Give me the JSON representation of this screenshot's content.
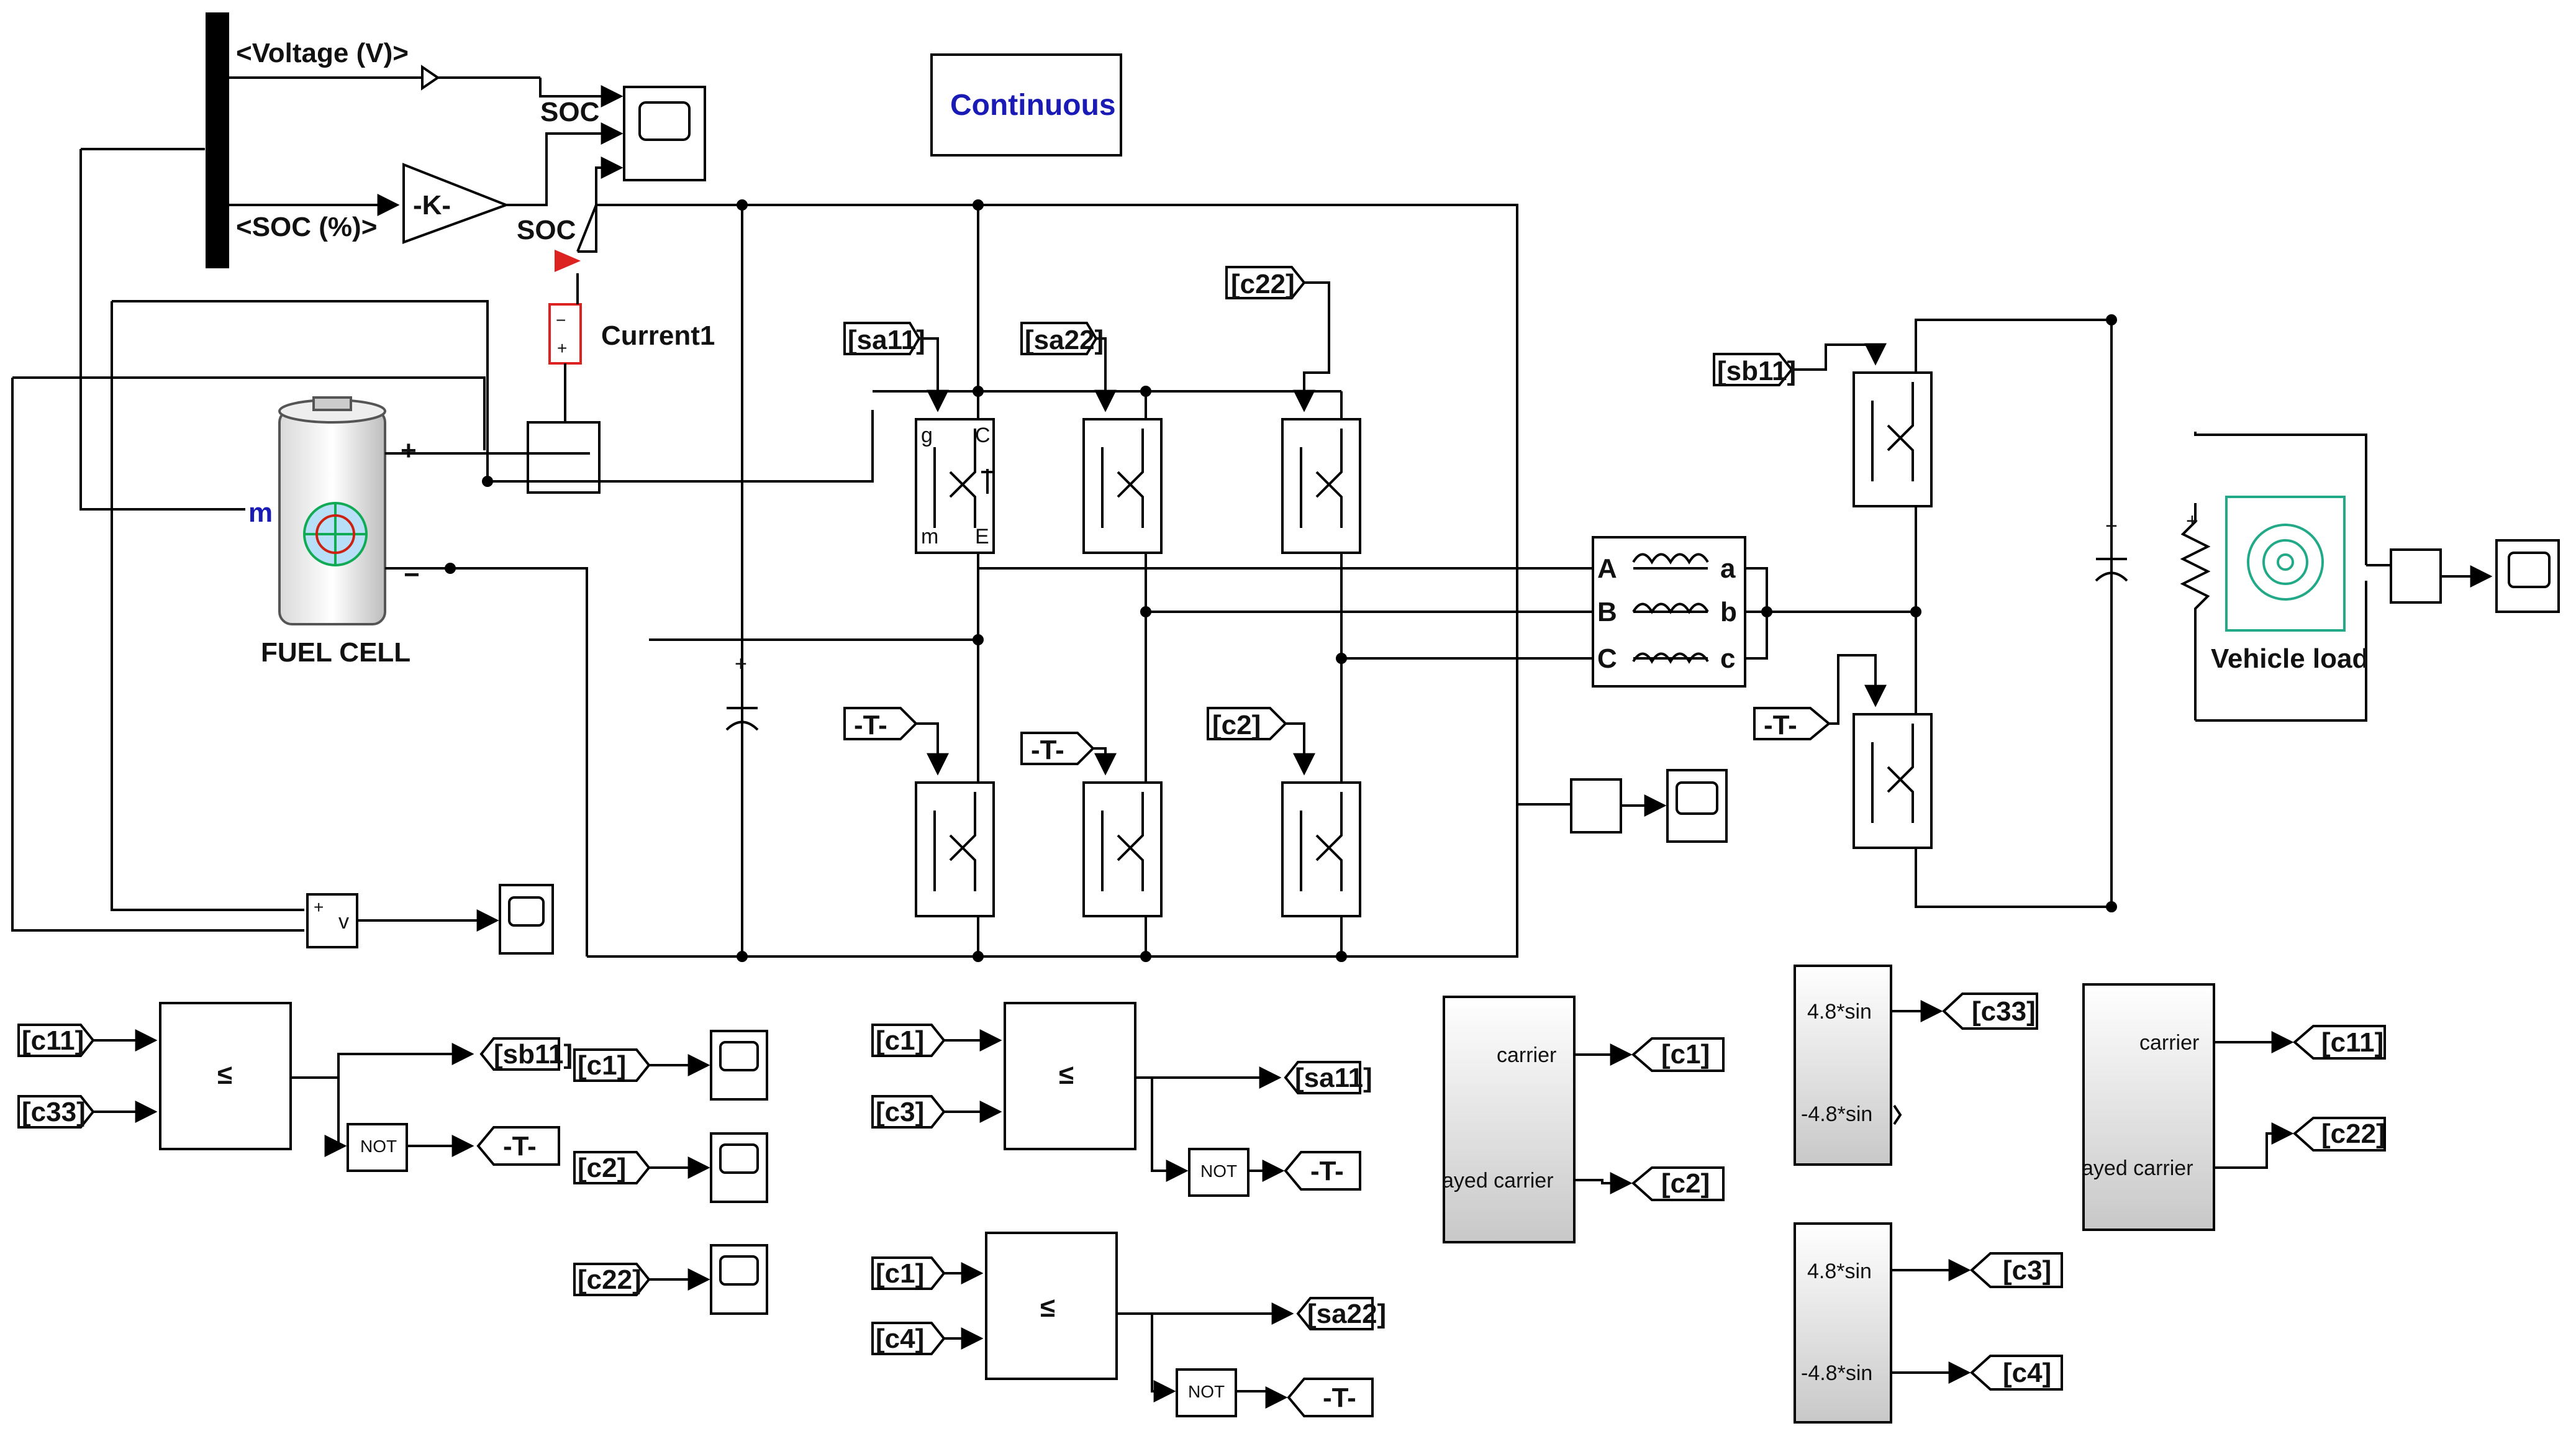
{
  "signals": {
    "voltage": "<Voltage (V)>",
    "soc_pct": "<SOC (%)>",
    "gain": "-K-",
    "soc_top": "SOC",
    "soc_mid": "SOC",
    "current": "Current1",
    "fuel_cell_m": "m",
    "fuel_cell": "FUEL CELL",
    "solver": "Continuous",
    "vehicle_load": "Vehicle load"
  },
  "tags": {
    "sa11": "[sa11]",
    "sa22": "[sa22]",
    "c22_top": "[c22]",
    "t_1": "-T-",
    "t_2": "-T-",
    "c2_mid": "[c2]",
    "sb11": "[sb11]",
    "t_right": "-T-"
  },
  "igbt": {
    "g": "g",
    "c": "C",
    "m": "m",
    "e": "E"
  },
  "transformer": {
    "A": "A",
    "B": "B",
    "C": "C",
    "a": "a",
    "b": "b",
    "c": "c"
  },
  "meas": {
    "plus": "+",
    "minus": "-",
    "v": "v"
  },
  "logic1": {
    "in1": "[c11]",
    "in2": "[c33]",
    "op": "≤",
    "out": "[sb11]",
    "not": "NOT",
    "out_not": "-T-",
    "scopes": [
      "[c1]",
      "[c2]",
      "[c22]"
    ]
  },
  "logic2": {
    "in1": "[c1]",
    "in2": "[c3]",
    "op": "≤",
    "out": "[sa11]",
    "not": "NOT",
    "out_not": "-T-"
  },
  "logic3": {
    "in1": "[c1]",
    "in2": "[c4]",
    "op": "≤",
    "out": "[sa22]",
    "not": "NOT",
    "out_not": "-T-"
  },
  "carrier1": {
    "port1": "carrier",
    "port2": "ayed carrier",
    "out1": "[c1]",
    "out2": "[c2]"
  },
  "sine1": {
    "port1": "4.8*sin",
    "port2": "-4.8*sin",
    "out1": "[c33]"
  },
  "carrier2": {
    "port1": "carrier",
    "port2": "ayed carrier",
    "out1": "[c11]",
    "out2": "[c22]"
  },
  "sine2": {
    "port1": "4.8*sin",
    "port2": "-4.8*sin",
    "out1": "[c3]",
    "out2": "[c4]"
  }
}
